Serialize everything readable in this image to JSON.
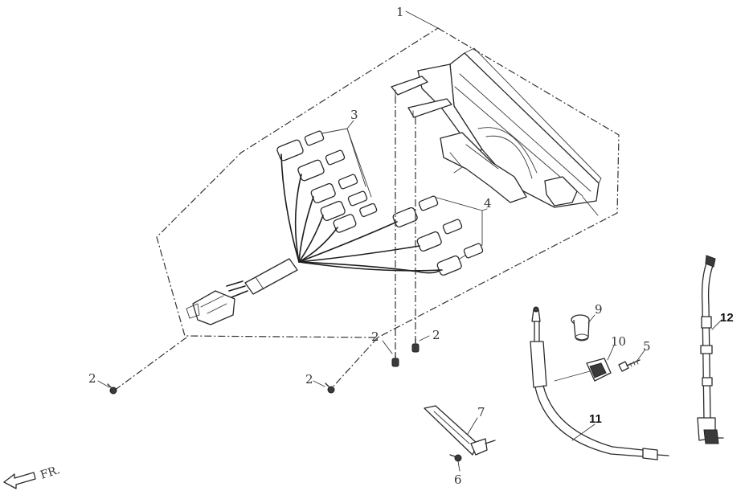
{
  "diagram": {
    "callouts": {
      "c1": "1",
      "c2a": "2",
      "c2b": "2",
      "c2c": "2",
      "c2d": "2",
      "c3": "3",
      "c4": "4",
      "c5": "5",
      "c6": "6",
      "c7": "7",
      "c9": "9",
      "c10": "10",
      "c11": "11",
      "c12": "12"
    },
    "direction_label": "FR."
  }
}
